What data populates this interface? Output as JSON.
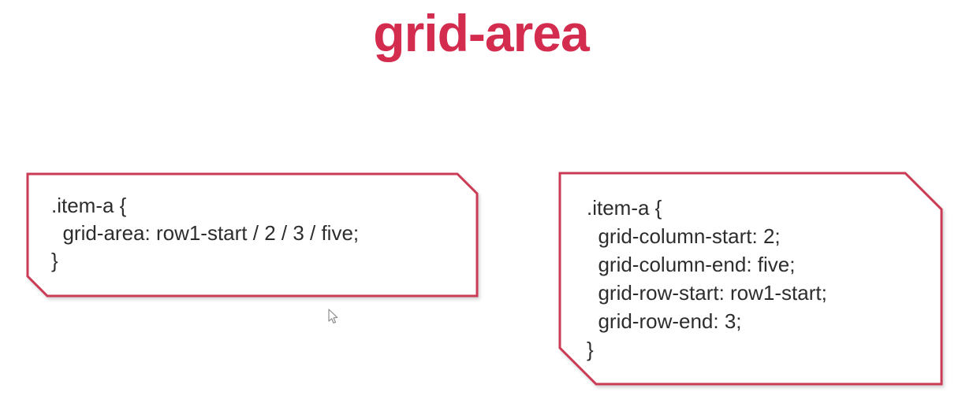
{
  "page": {
    "title": "grid-area"
  },
  "colors": {
    "title_red": "#d32c4e",
    "box_border_red": "#cc3b55",
    "box_fill": "#ffffff",
    "code_text": "#2d2d2d",
    "background": "#ffffff",
    "cursor_outline": "#8f8f8f"
  },
  "left_code_box": {
    "lines": [
      ".item-a {",
      "  grid-area: row1-start / 2 / 3 / five;",
      "}"
    ]
  },
  "right_code_box": {
    "lines": [
      ".item-a {",
      "  grid-column-start: 2;",
      "  grid-column-end: five;",
      "  grid-row-start: row1-start;",
      "  grid-row-end: 3;",
      "}"
    ]
  }
}
